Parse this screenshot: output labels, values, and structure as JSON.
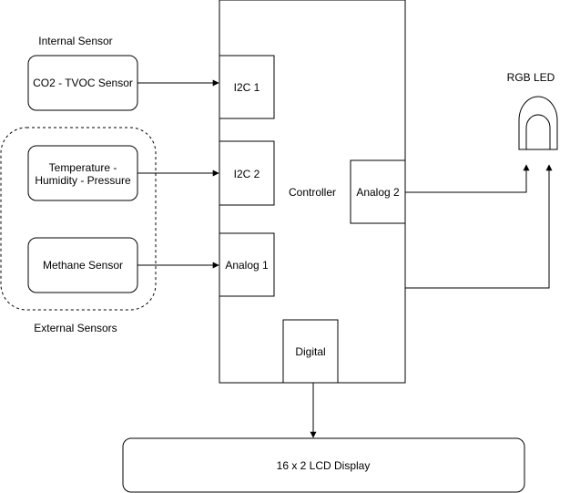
{
  "labels": {
    "internal_sensor": "Internal Sensor",
    "external_sensors": "External Sensors",
    "rgb_led": "RGB LED"
  },
  "sensors": {
    "co2": "CO2 - TVOC Sensor",
    "temp_line1": "Temperature -",
    "temp_line2": "Humidity - Pressure",
    "methane": "Methane Sensor"
  },
  "controller": {
    "label": "Controller",
    "i2c1": "I2C 1",
    "i2c2": "I2C 2",
    "analog1": "Analog 1",
    "analog2": "Analog 2",
    "digital": "Digital"
  },
  "display": {
    "label": "16 x 2 LCD Display"
  }
}
